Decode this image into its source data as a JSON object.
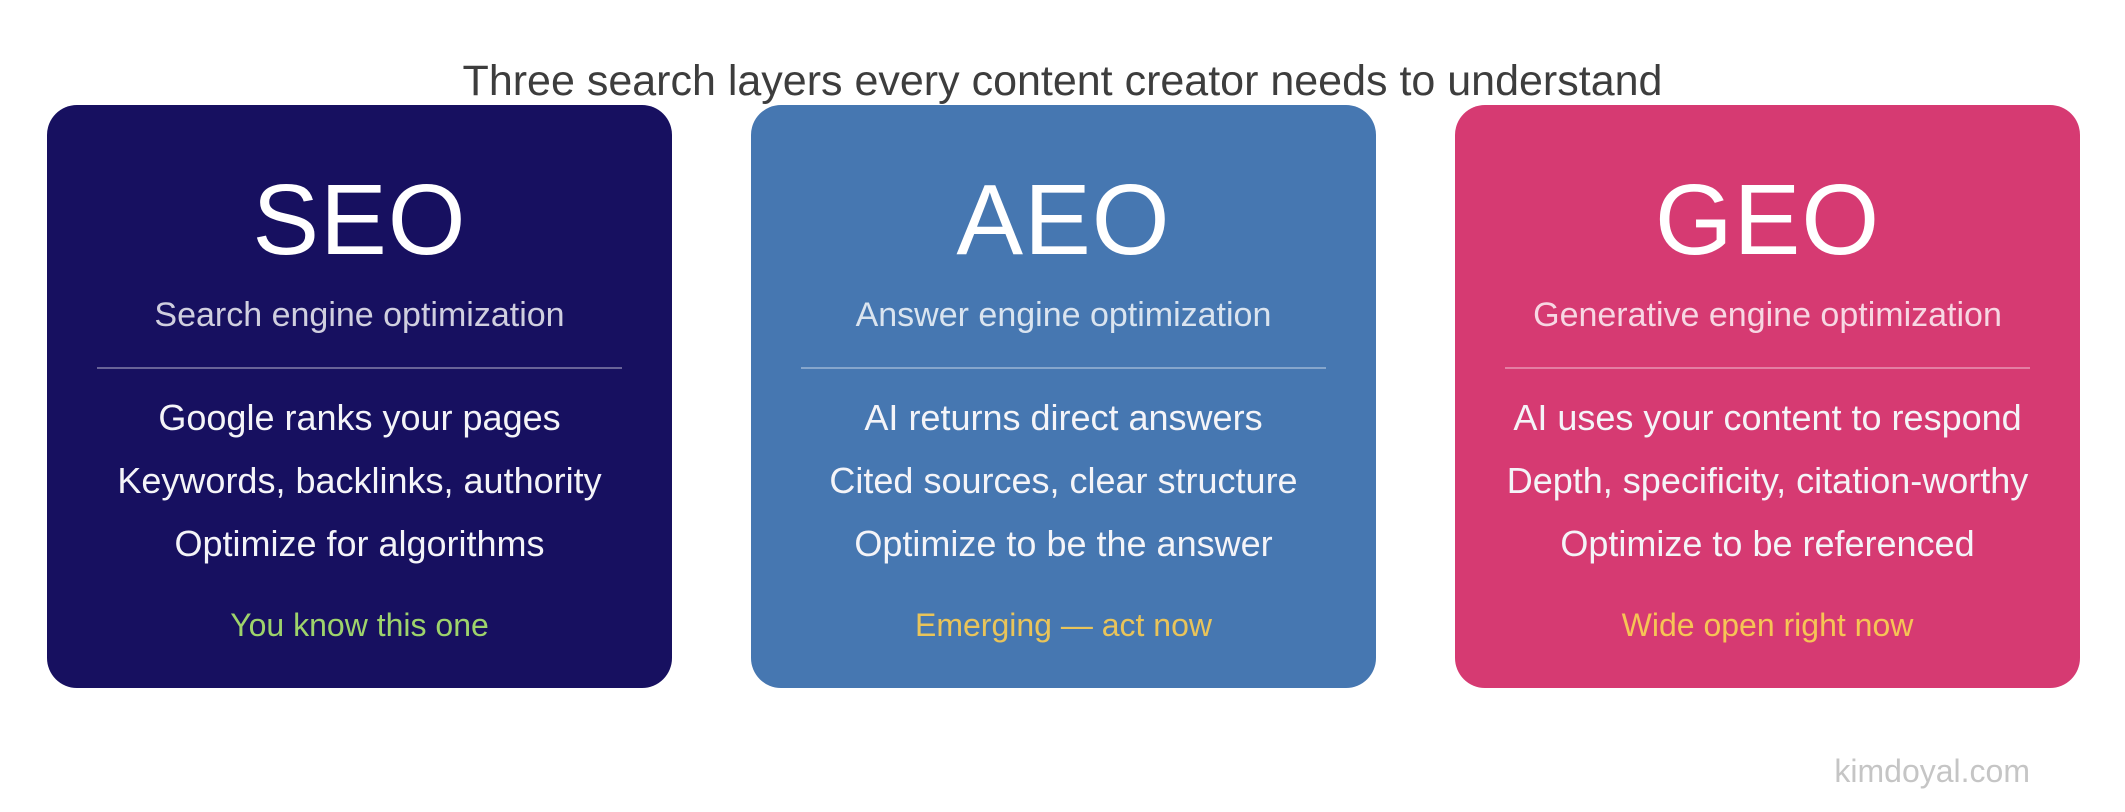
{
  "page": {
    "title": "Three search layers every content creator needs to understand",
    "watermark": "kimdoyal.com",
    "background": "#ffffff",
    "title_color": "#3d3d3d",
    "watermark_color": "#c5c5c5"
  },
  "cards": [
    {
      "acronym": "SEO",
      "subtitle": "Search engine optimization",
      "lines": [
        "Google ranks your pages",
        "Keywords, backlinks, authority",
        "Optimize for algorithms"
      ],
      "note": "You know this one",
      "bg_color": "#171060",
      "note_color": "#9ed36b"
    },
    {
      "acronym": "AEO",
      "subtitle": "Answer engine optimization",
      "lines": [
        "AI returns direct answers",
        "Cited sources, clear structure",
        "Optimize to be the answer"
      ],
      "note": "Emerging — act now",
      "bg_color": "#4677b1",
      "note_color": "#e9c45a"
    },
    {
      "acronym": "GEO",
      "subtitle": "Generative engine optimization",
      "lines": [
        "AI uses your content to respond",
        "Depth, specificity, citation-worthy",
        "Optimize to be referenced"
      ],
      "note": "Wide open right now",
      "bg_color": "#d63a72",
      "note_color": "#f6c455"
    }
  ]
}
